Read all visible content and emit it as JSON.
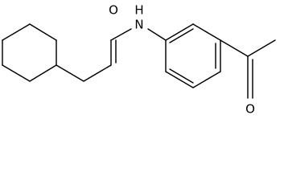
{
  "structure": {
    "atoms": {
      "amide_oxygen": "O",
      "amide_nitrogen": "N",
      "amide_hydrogen": "H",
      "ketone_oxygen": "O"
    }
  }
}
